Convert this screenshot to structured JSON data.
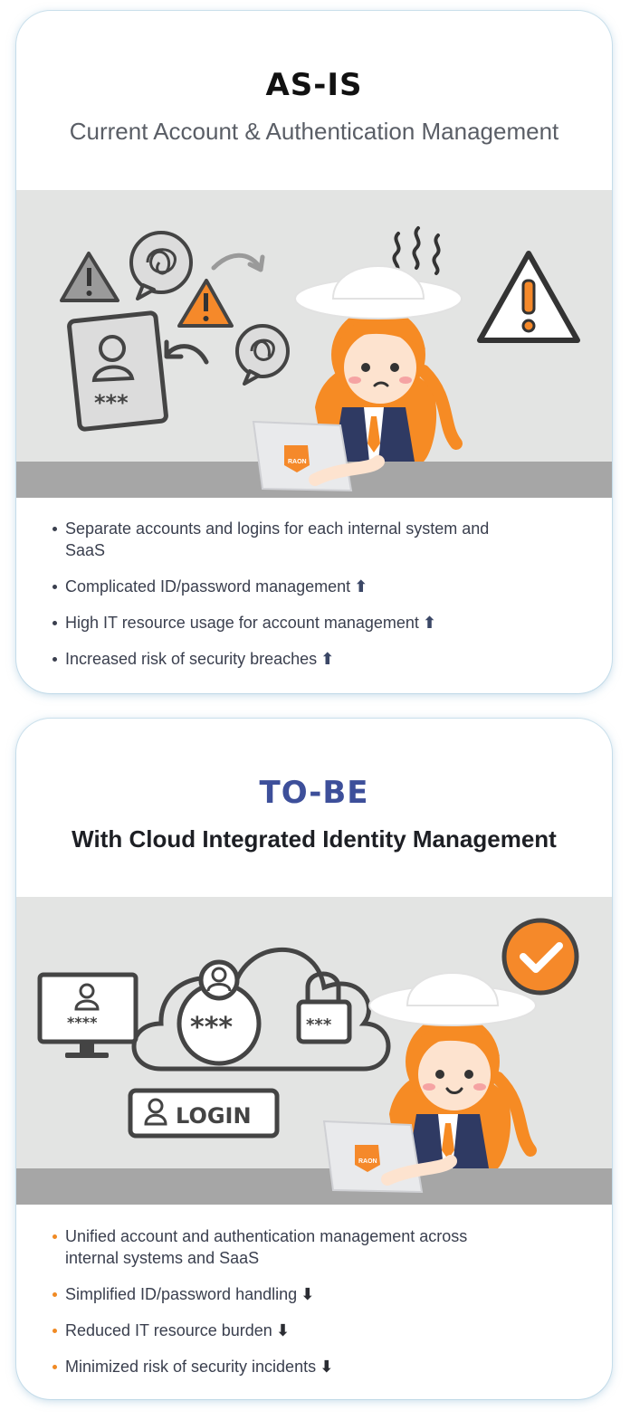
{
  "asis": {
    "title": "AS-IS",
    "subtitle": "Current Account & Authentication Management",
    "bullets": [
      {
        "text": "Separate accounts and logins for each internal system and SaaS",
        "arrow": ""
      },
      {
        "text": "Complicated ID/password management",
        "arrow": "⬆"
      },
      {
        "text": "High IT resource usage for account management",
        "arrow": "⬆"
      },
      {
        "text": "Increased risk of security breaches",
        "arrow": "⬆"
      }
    ],
    "illustration": {
      "id_card_mask": "***",
      "laptop_logo": "RAON"
    }
  },
  "tobe": {
    "title": "TO-BE",
    "subtitle": "With Cloud Integrated Identity Management",
    "bullets": [
      {
        "text": "Unified account and authentication management across internal systems and SaaS",
        "arrow": ""
      },
      {
        "text": "Simplified ID/password handling",
        "arrow": "⬇"
      },
      {
        "text": "Reduced IT resource burden",
        "arrow": "⬇"
      },
      {
        "text": "Minimized risk of security incidents",
        "arrow": "⬇"
      }
    ],
    "illustration": {
      "monitor_mask": "****",
      "circle_mask": "***",
      "lock_mask": "***",
      "login_label": "LOGIN",
      "laptop_logo": "RAON"
    }
  },
  "colors": {
    "asis_title": "#111111",
    "tobe_title": "#3d4f9a",
    "accent_orange": "#f08a24",
    "scene_bg": "#e3e4e3",
    "desk": "#a6a6a6"
  }
}
